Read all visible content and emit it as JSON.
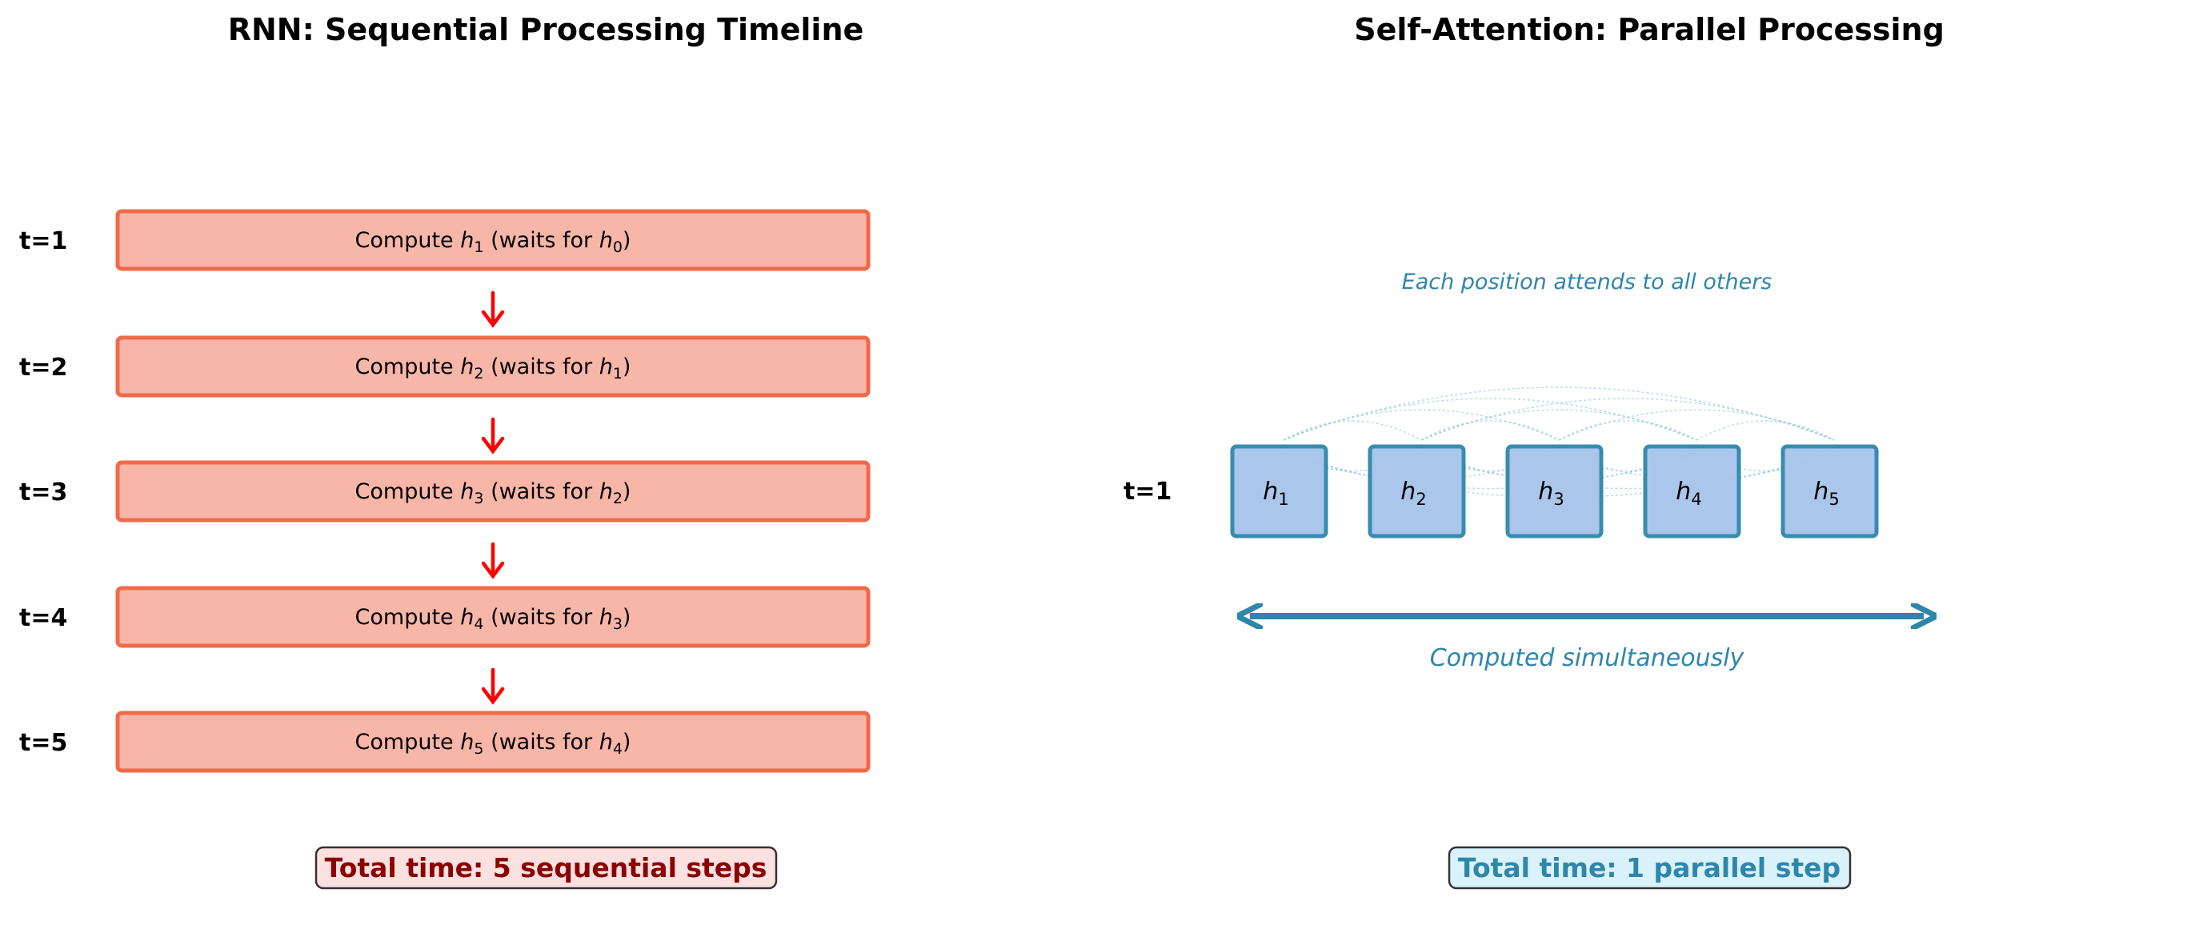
{
  "colors": {
    "rnn_fill": "#f8b6a8",
    "rnn_edge": "#f06a4a",
    "rnn_arrow": "#ff0000",
    "rnn_total_text": "#8b0000",
    "rnn_total_bg": "#fde0e0",
    "attn_fill": "#a7c4ea",
    "attn_edge": "#2e86ab",
    "attn_total_bg": "#d9f2fb",
    "attn_lines": "#9ccbe0"
  },
  "rnn": {
    "title": "RNN: Sequential Processing Timeline",
    "steps": [
      {
        "label": "t=1",
        "prefix": "Compute ",
        "h": "h",
        "sub": "1",
        "mid": " (waits for ",
        "h2": "h",
        "sub2": "0",
        "suffix": ")"
      },
      {
        "label": "t=2",
        "prefix": "Compute ",
        "h": "h",
        "sub": "2",
        "mid": " (waits for ",
        "h2": "h",
        "sub2": "1",
        "suffix": ")"
      },
      {
        "label": "t=3",
        "prefix": "Compute ",
        "h": "h",
        "sub": "3",
        "mid": " (waits for ",
        "h2": "h",
        "sub2": "2",
        "suffix": ")"
      },
      {
        "label": "t=4",
        "prefix": "Compute ",
        "h": "h",
        "sub": "4",
        "mid": " (waits for ",
        "h2": "h",
        "sub2": "3",
        "suffix": ")"
      },
      {
        "label": "t=5",
        "prefix": "Compute ",
        "h": "h",
        "sub": "5",
        "mid": " (waits for ",
        "h2": "h",
        "sub2": "4",
        "suffix": ")"
      }
    ],
    "total": "Total time: 5 sequential steps"
  },
  "attention": {
    "title": "Self-Attention: Parallel Processing",
    "time_label": "t=1",
    "annotation": "Each position attends to all others",
    "nodes": [
      {
        "h": "h",
        "sub": "1"
      },
      {
        "h": "h",
        "sub": "2"
      },
      {
        "h": "h",
        "sub": "3"
      },
      {
        "h": "h",
        "sub": "4"
      },
      {
        "h": "h",
        "sub": "5"
      }
    ],
    "arrow_label": "Computed simultaneously",
    "total": "Total time: 1 parallel step"
  }
}
